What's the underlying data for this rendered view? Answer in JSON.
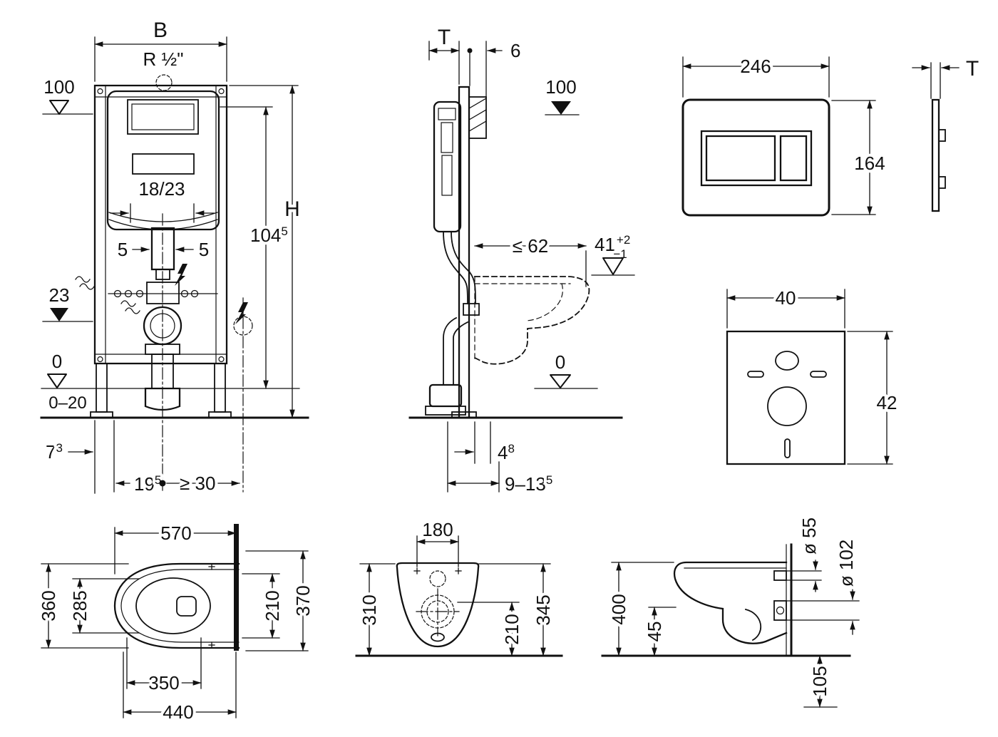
{
  "drawing": {
    "frame_front": {
      "b": "B",
      "r_half": "R ½\"",
      "h": "H",
      "d100": "100",
      "d18_23": "18/23",
      "d5l": "5",
      "d5r": "5",
      "d104": "104",
      "d104s": "5",
      "d23": "23",
      "d0": "0",
      "d0_20": "0–20",
      "d7": "7",
      "d7s": "3",
      "d19": "19",
      "d19s": "5",
      "d30": "≥ 30"
    },
    "frame_side": {
      "t": "T",
      "d6": "6",
      "d100": "100",
      "d62": "≤ 62",
      "d41": "41",
      "d41p": "+2",
      "d41m": "−1",
      "d0": "0",
      "d4": "4",
      "d4s": "8",
      "d913": "9–13",
      "d913s": "5"
    },
    "actuator_plate": {
      "d246": "246",
      "d164": "164",
      "t": "T"
    },
    "sound_mat": {
      "d40": "40",
      "d42": "42"
    },
    "wc_top": {
      "d570": "570",
      "d360": "360",
      "d285": "285",
      "d210": "210",
      "d370": "370",
      "d350": "350",
      "d440": "440"
    },
    "wc_front": {
      "d180": "180",
      "d310": "310",
      "d210": "210",
      "d345": "345"
    },
    "wc_side": {
      "d400": "400",
      "d45": "45",
      "d55": "ø 55",
      "d102": "ø 102",
      "d105": "105"
    }
  }
}
